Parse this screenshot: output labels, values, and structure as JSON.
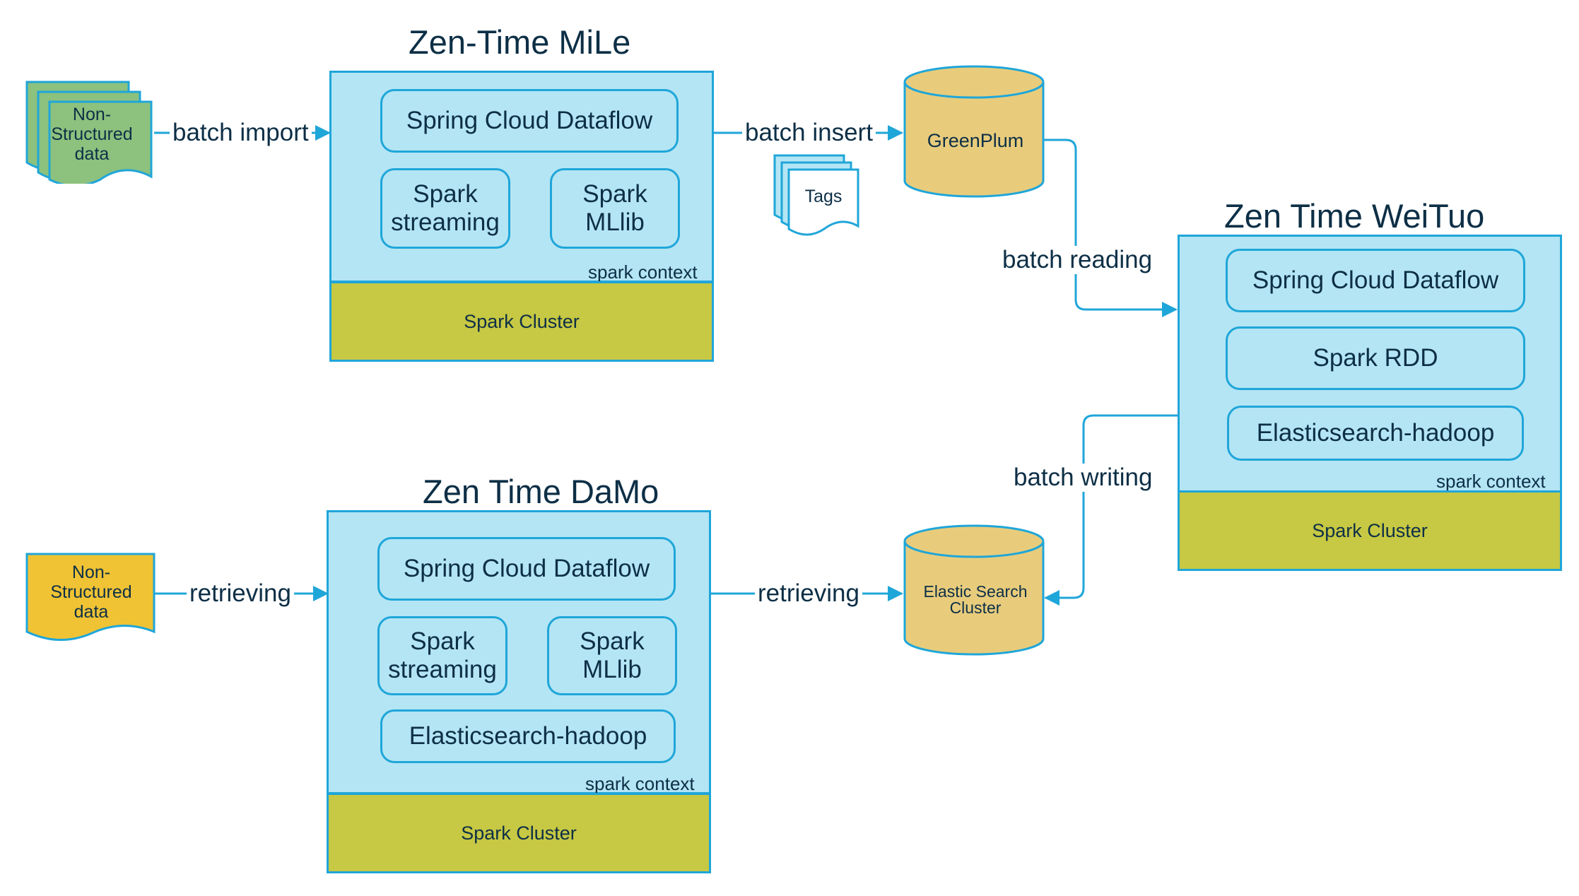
{
  "colors": {
    "accent": "#1fa6d9",
    "panel_fill": "#b4e5f4",
    "cluster_fill": "#c7c843",
    "db_fill": "#e8cc7c",
    "doc_green": "#8cc17e",
    "doc_yellow": "#f0c334",
    "text": "#0d2f46"
  },
  "mile": {
    "title": "Zen-Time MiLe",
    "modules": [
      "Spring Cloud Dataflow",
      "Spark\nstreaming",
      "Spark\nMLlib"
    ],
    "context_label": "spark context",
    "cluster_label": "Spark Cluster"
  },
  "damo": {
    "title": "Zen Time DaMo",
    "modules": [
      "Spring Cloud Dataflow",
      "Spark\nstreaming",
      "Spark\nMLlib",
      "Elasticsearch-hadoop"
    ],
    "context_label": "spark context",
    "cluster_label": "Spark Cluster"
  },
  "weituo": {
    "title": "Zen Time WeiTuo",
    "modules": [
      "Spring Cloud Dataflow",
      "Spark RDD",
      "Elasticsearch-hadoop"
    ],
    "context_label": "spark context",
    "cluster_label": "Spark Cluster"
  },
  "sources": {
    "top": "Non-\nStructured\ndata",
    "bottom": "Non-\nStructured\ndata"
  },
  "stores": {
    "greenplum": "GreenPlum",
    "elastic": "Elastic Search\nCluster",
    "tags": "Tags"
  },
  "edges": {
    "batch_import": "batch import",
    "batch_insert": "batch insert",
    "batch_reading": "batch reading",
    "batch_writing": "batch writing",
    "retrieving_in": "retrieving",
    "retrieving_out": "retrieving"
  }
}
